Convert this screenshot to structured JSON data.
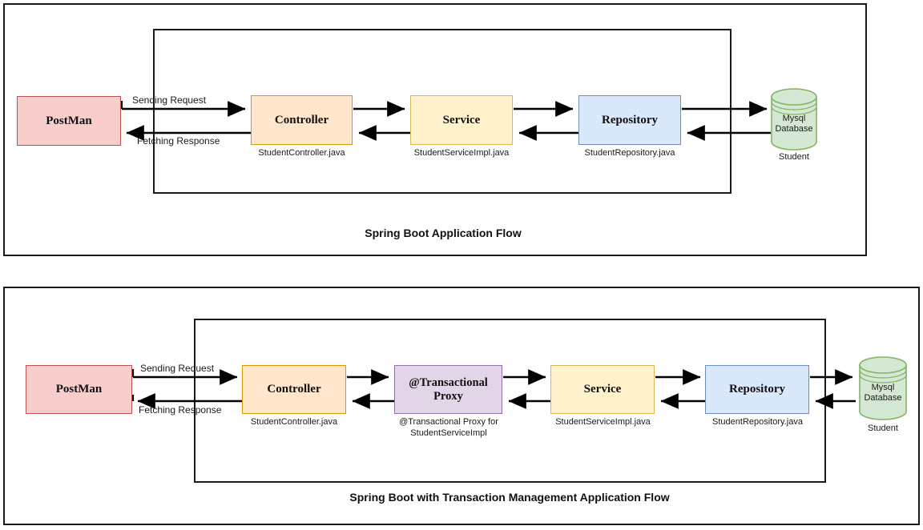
{
  "diagrams": [
    {
      "id": "spring-boot-application-flow",
      "title": "Spring Boot Application Flow",
      "nodes": [
        {
          "key": "postman",
          "label": "PostMan",
          "caption": "",
          "fill": "#f8cecc",
          "stroke": "#b85450"
        },
        {
          "key": "controller",
          "label": "Controller",
          "caption": "StudentController.java",
          "fill": "#ffe6cc",
          "stroke": "#d79b00"
        },
        {
          "key": "service",
          "label": "Service",
          "caption": "StudentServiceImpl.java",
          "fill": "#fff2cc",
          "stroke": "#d6b656"
        },
        {
          "key": "repository",
          "label": "Repository",
          "caption": "StudentRepository.java",
          "fill": "#dae8fc",
          "stroke": "#6c8ebf"
        }
      ],
      "database": {
        "label": "Mysql\nDatabase",
        "caption": "Student",
        "fill": "#d5e8d4",
        "stroke": "#82b366"
      },
      "edge_labels": [
        {
          "key": "request",
          "text": "Sending Request"
        },
        {
          "key": "response",
          "text": "Fetching Response"
        }
      ]
    },
    {
      "id": "spring-boot-transaction-management-flow",
      "title": "Spring Boot with Transaction Management Application Flow",
      "nodes": [
        {
          "key": "postman",
          "label": "PostMan",
          "caption": "",
          "fill": "#f8cecc",
          "stroke": "#b85450"
        },
        {
          "key": "controller",
          "label": "Controller",
          "caption": "StudentController.java",
          "fill": "#ffe6cc",
          "stroke": "#d79b00"
        },
        {
          "key": "proxy",
          "label": "@Transactional Proxy",
          "caption": "@Transactional Proxy for\nStudentServiceImpl",
          "fill": "#e1d5e7",
          "stroke": "#9673a6"
        },
        {
          "key": "service",
          "label": "Service",
          "caption": "StudentServiceImpl.java",
          "fill": "#fff2cc",
          "stroke": "#d6b656"
        },
        {
          "key": "repository",
          "label": "Repository",
          "caption": "StudentRepository.java",
          "fill": "#dae8fc",
          "stroke": "#6c8ebf"
        }
      ],
      "database": {
        "label": "Mysql\nDatabase",
        "caption": "Student",
        "fill": "#d5e8d4",
        "stroke": "#82b366"
      },
      "edge_labels": [
        {
          "key": "request",
          "text": "Sending Request"
        },
        {
          "key": "response",
          "text": "Fetching Response"
        }
      ]
    }
  ],
  "colors": {
    "frame_stroke": "#1a1a1a",
    "arrow_stroke": "#000000",
    "background": "#ffffff"
  }
}
